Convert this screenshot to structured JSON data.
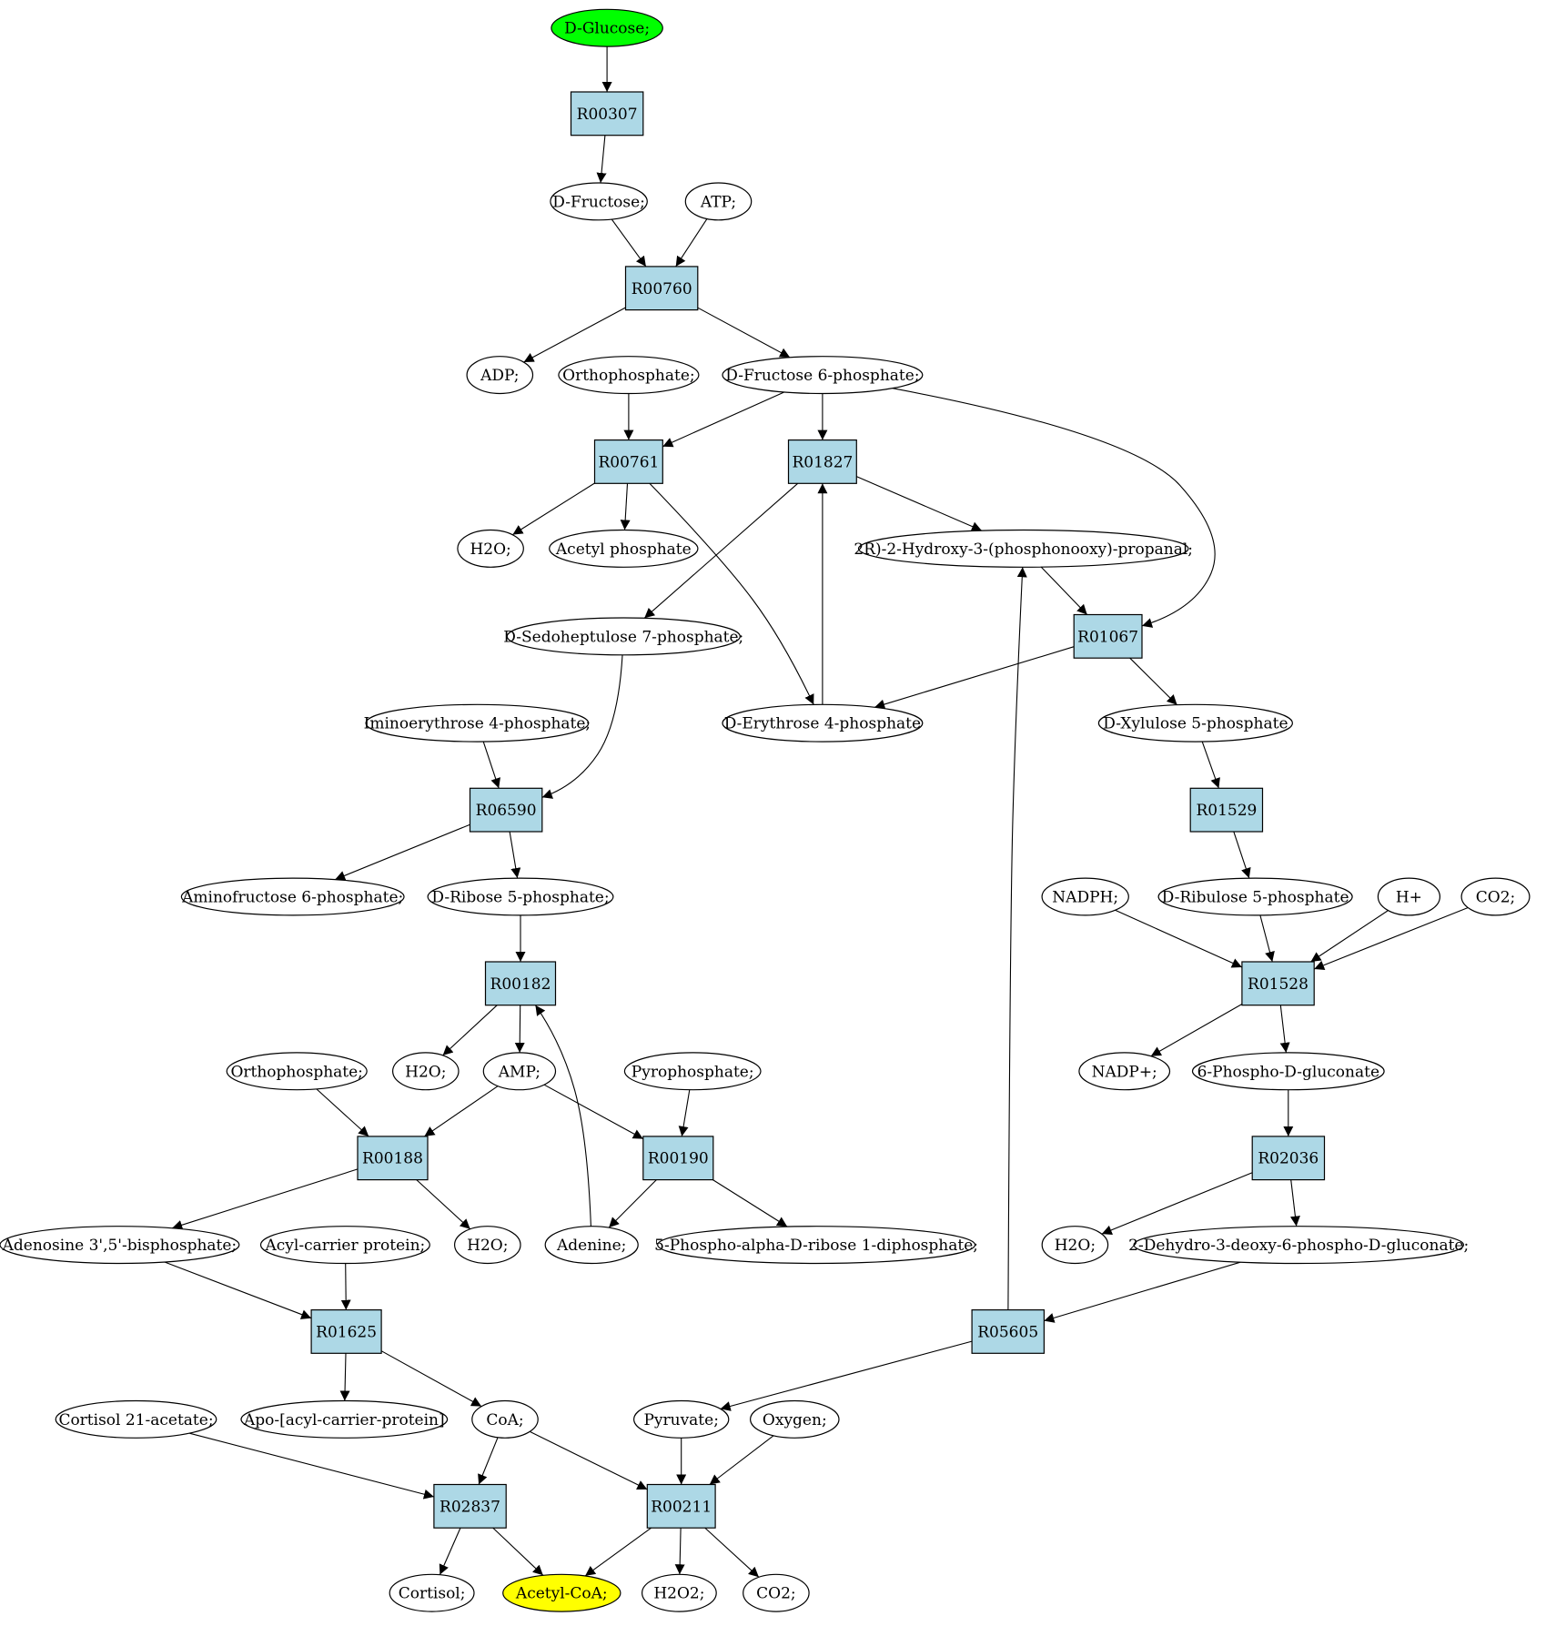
{
  "colors": {
    "reaction_fill": "#add8e6",
    "compound_fill": "#ffffff",
    "source_fill": "#00ff00",
    "target_fill": "#ffff00",
    "stroke": "#000000"
  },
  "nodes": {
    "glucose": {
      "label": "D-Glucose;",
      "kind": "source"
    },
    "R00307": {
      "label": "R00307",
      "kind": "reaction"
    },
    "fructose": {
      "label": "D-Fructose;",
      "kind": "compound"
    },
    "atp": {
      "label": "ATP;",
      "kind": "compound"
    },
    "R00760": {
      "label": "R00760",
      "kind": "reaction"
    },
    "adp": {
      "label": "ADP;",
      "kind": "compound"
    },
    "ortho1": {
      "label": "Orthophosphate;",
      "kind": "compound"
    },
    "f6p": {
      "label": "D-Fructose 6-phosphate;",
      "kind": "compound"
    },
    "R00761": {
      "label": "R00761",
      "kind": "reaction"
    },
    "R01827": {
      "label": "R01827",
      "kind": "reaction"
    },
    "h2o1": {
      "label": "H2O;",
      "kind": "compound"
    },
    "acetylp": {
      "label": "Acetyl phosphate",
      "kind": "compound"
    },
    "hydroxy": {
      "label": "2R)-2-Hydroxy-3-(phosphonooxy)-propanal;",
      "kind": "compound"
    },
    "sedo": {
      "label": "D-Sedoheptulose 7-phosphate;",
      "kind": "compound"
    },
    "R01067": {
      "label": "R01067",
      "kind": "reaction"
    },
    "imino": {
      "label": "Iminoerythrose 4-phosphate;",
      "kind": "compound"
    },
    "e4p": {
      "label": "D-Erythrose 4-phosphate",
      "kind": "compound"
    },
    "xylu": {
      "label": "D-Xylulose 5-phosphate",
      "kind": "compound"
    },
    "R06590": {
      "label": "R06590",
      "kind": "reaction"
    },
    "R01529": {
      "label": "R01529",
      "kind": "reaction"
    },
    "amino": {
      "label": "Aminofructose 6-phosphate;",
      "kind": "compound"
    },
    "ribose": {
      "label": "D-Ribose 5-phosphate;",
      "kind": "compound"
    },
    "nadph": {
      "label": "NADPH;",
      "kind": "compound"
    },
    "ribul": {
      "label": "D-Ribulose 5-phosphate",
      "kind": "compound"
    },
    "hplus": {
      "label": "H+",
      "kind": "compound"
    },
    "co2a": {
      "label": "CO2;",
      "kind": "compound"
    },
    "R00182": {
      "label": "R00182",
      "kind": "reaction"
    },
    "R01528": {
      "label": "R01528",
      "kind": "reaction"
    },
    "ortho2": {
      "label": "Orthophosphate;",
      "kind": "compound"
    },
    "h2o2n": {
      "label": "H2O;",
      "kind": "compound"
    },
    "amp": {
      "label": "AMP;",
      "kind": "compound"
    },
    "pyro": {
      "label": "Pyrophosphate;",
      "kind": "compound"
    },
    "nadp": {
      "label": "NADP+;",
      "kind": "compound"
    },
    "phosphoglu": {
      "label": "6-Phospho-D-gluconate",
      "kind": "compound"
    },
    "R00188": {
      "label": "R00188",
      "kind": "reaction"
    },
    "R00190": {
      "label": "R00190",
      "kind": "reaction"
    },
    "R02036": {
      "label": "R02036",
      "kind": "reaction"
    },
    "adenbis": {
      "label": "Adenosine 3',5'-bisphosphate;",
      "kind": "compound"
    },
    "acp": {
      "label": "Acyl-carrier protein;",
      "kind": "compound"
    },
    "h2o3": {
      "label": "H2O;",
      "kind": "compound"
    },
    "adenine": {
      "label": "Adenine;",
      "kind": "compound"
    },
    "prpp": {
      "label": "5-Phospho-alpha-D-ribose 1-diphosphate;",
      "kind": "compound"
    },
    "h2o4": {
      "label": "H2O;",
      "kind": "compound"
    },
    "kdpg": {
      "label": "2-Dehydro-3-deoxy-6-phospho-D-gluconate;",
      "kind": "compound"
    },
    "R01625": {
      "label": "R01625",
      "kind": "reaction"
    },
    "R05605": {
      "label": "R05605",
      "kind": "reaction"
    },
    "cortac": {
      "label": "Cortisol 21-acetate;",
      "kind": "compound"
    },
    "apoacp": {
      "label": "Apo-[acyl-carrier-protein]",
      "kind": "compound"
    },
    "coa": {
      "label": "CoA;",
      "kind": "compound"
    },
    "pyruvate": {
      "label": "Pyruvate;",
      "kind": "compound"
    },
    "oxygen": {
      "label": "Oxygen;",
      "kind": "compound"
    },
    "R02837": {
      "label": "R02837",
      "kind": "reaction"
    },
    "R00211": {
      "label": "R00211",
      "kind": "reaction"
    },
    "cortisol": {
      "label": "Cortisol;",
      "kind": "compound"
    },
    "acetylcoa": {
      "label": "Acetyl-CoA;",
      "kind": "target"
    },
    "h2o2": {
      "label": "H2O2;",
      "kind": "compound"
    },
    "co2b": {
      "label": "CO2;",
      "kind": "compound"
    }
  },
  "edges": [
    {
      "from": "glucose",
      "to": "R00307"
    },
    {
      "from": "R00307",
      "to": "fructose"
    },
    {
      "from": "fructose",
      "to": "R00760"
    },
    {
      "from": "atp",
      "to": "R00760"
    },
    {
      "from": "R00760",
      "to": "adp"
    },
    {
      "from": "R00760",
      "to": "f6p"
    },
    {
      "from": "ortho1",
      "to": "R00761"
    },
    {
      "from": "f6p",
      "to": "R00761"
    },
    {
      "from": "f6p",
      "to": "R01827"
    },
    {
      "from": "f6p",
      "to": "R01067"
    },
    {
      "from": "R00761",
      "to": "h2o1"
    },
    {
      "from": "R00761",
      "to": "acetylp"
    },
    {
      "from": "R00761",
      "to": "e4p"
    },
    {
      "from": "R01827",
      "to": "hydroxy"
    },
    {
      "from": "R01827",
      "to": "sedo"
    },
    {
      "from": "e4p",
      "to": "R01827"
    },
    {
      "from": "hydroxy",
      "to": "R01067"
    },
    {
      "from": "R01067",
      "to": "e4p"
    },
    {
      "from": "R01067",
      "to": "xylu"
    },
    {
      "from": "imino",
      "to": "R06590"
    },
    {
      "from": "sedo",
      "to": "R06590"
    },
    {
      "from": "R06590",
      "to": "amino"
    },
    {
      "from": "R06590",
      "to": "ribose"
    },
    {
      "from": "xylu",
      "to": "R01529"
    },
    {
      "from": "R01529",
      "to": "ribul"
    },
    {
      "from": "ribose",
      "to": "R00182"
    },
    {
      "from": "nadph",
      "to": "R01528"
    },
    {
      "from": "ribul",
      "to": "R01528"
    },
    {
      "from": "hplus",
      "to": "R01528"
    },
    {
      "from": "co2a",
      "to": "R01528"
    },
    {
      "from": "R00182",
      "to": "h2o2n"
    },
    {
      "from": "R00182",
      "to": "amp"
    },
    {
      "from": "adenine",
      "to": "R00182"
    },
    {
      "from": "R01528",
      "to": "nadp"
    },
    {
      "from": "R01528",
      "to": "phosphoglu"
    },
    {
      "from": "ortho2",
      "to": "R00188"
    },
    {
      "from": "amp",
      "to": "R00188"
    },
    {
      "from": "amp",
      "to": "R00190"
    },
    {
      "from": "pyro",
      "to": "R00190"
    },
    {
      "from": "phosphoglu",
      "to": "R02036"
    },
    {
      "from": "R00188",
      "to": "adenbis"
    },
    {
      "from": "R00188",
      "to": "h2o3"
    },
    {
      "from": "R00190",
      "to": "adenine"
    },
    {
      "from": "R00190",
      "to": "prpp"
    },
    {
      "from": "R02036",
      "to": "h2o4"
    },
    {
      "from": "R02036",
      "to": "kdpg"
    },
    {
      "from": "adenbis",
      "to": "R01625"
    },
    {
      "from": "acp",
      "to": "R01625"
    },
    {
      "from": "kdpg",
      "to": "R05605"
    },
    {
      "from": "R05605",
      "to": "hydroxy"
    },
    {
      "from": "R05605",
      "to": "pyruvate"
    },
    {
      "from": "R01625",
      "to": "apoacp"
    },
    {
      "from": "R01625",
      "to": "coa"
    },
    {
      "from": "cortac",
      "to": "R02837"
    },
    {
      "from": "coa",
      "to": "R02837"
    },
    {
      "from": "coa",
      "to": "R00211"
    },
    {
      "from": "pyruvate",
      "to": "R00211"
    },
    {
      "from": "oxygen",
      "to": "R00211"
    },
    {
      "from": "R02837",
      "to": "cortisol"
    },
    {
      "from": "R02837",
      "to": "acetylcoa"
    },
    {
      "from": "R00211",
      "to": "acetylcoa"
    },
    {
      "from": "R00211",
      "to": "h2o2"
    },
    {
      "from": "R00211",
      "to": "co2b"
    }
  ]
}
